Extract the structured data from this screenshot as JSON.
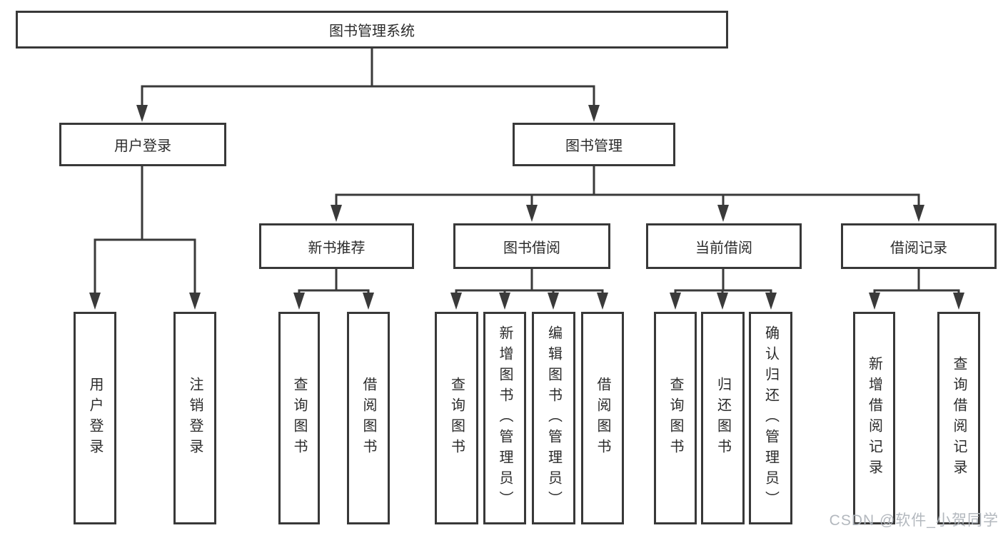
{
  "tree": {
    "label": "图书管理系统",
    "children": [
      {
        "label": "用户登录",
        "children": [
          {
            "label": "用户登录"
          },
          {
            "label": "注销登录"
          }
        ]
      },
      {
        "label": "图书管理",
        "children": [
          {
            "label": "新书推荐",
            "children": [
              {
                "label": "查询图书"
              },
              {
                "label": "借阅图书"
              }
            ]
          },
          {
            "label": "图书借阅",
            "children": [
              {
                "label": "查询图书"
              },
              {
                "label": "新增图书（管理员）"
              },
              {
                "label": "编辑图书（管理员）"
              },
              {
                "label": "借阅图书"
              }
            ]
          },
          {
            "label": "当前借阅",
            "children": [
              {
                "label": "查询图书"
              },
              {
                "label": "归还图书"
              },
              {
                "label": "确认归还（管理员）"
              }
            ]
          },
          {
            "label": "借阅记录",
            "children": [
              {
                "label": "新增借阅记录"
              },
              {
                "label": "查询借阅记录"
              }
            ]
          }
        ]
      }
    ]
  },
  "watermark": {
    "text": "CSDN @软件_小贺同学"
  },
  "colors": {
    "line": "#3a3a3a",
    "box_border": "#383838",
    "box_background": "#ffffff",
    "text": "#2b2b2b",
    "watermark": "#afb4ba"
  }
}
